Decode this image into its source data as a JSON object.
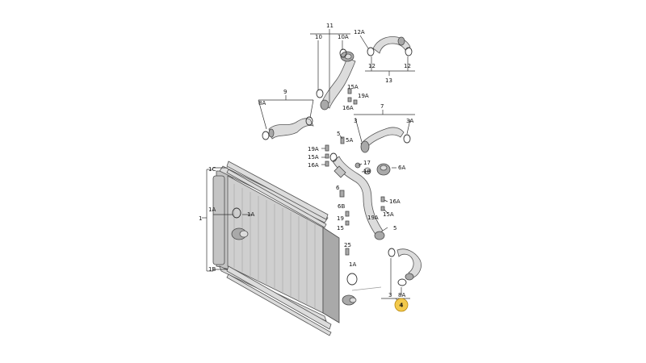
{
  "diagram": {
    "callouts": [
      "1",
      "1A",
      "1B",
      "1C",
      "3",
      "3A",
      "4",
      "5",
      "5A",
      "6",
      "6A",
      "6B",
      "7",
      "8A",
      "9",
      "10",
      "10A",
      "11",
      "12",
      "12A",
      "13",
      "15",
      "15A",
      "16A",
      "17",
      "18",
      "19",
      "19A",
      "25"
    ],
    "highlighted_callout": "4",
    "colors": {
      "highlight": "#f2c94c",
      "line": "#333333",
      "part_fill": "#dcdcdc",
      "part_dark": "#a9a9a9"
    }
  }
}
